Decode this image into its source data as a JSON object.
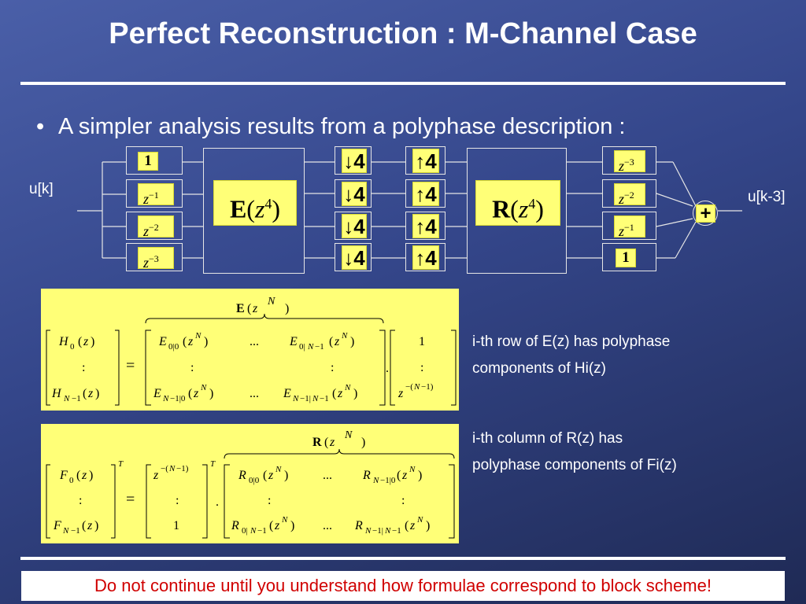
{
  "slide": {
    "title": "Perfect Reconstruction : M-Channel Case",
    "bullet": "A simpler analysis results from a polyphase description :",
    "input_label": "u[k]",
    "output_label": "u[k-3]",
    "adder_symbol": "+",
    "down_symbol": "↓4",
    "up_symbol": "↑4",
    "analysis_block": "E(z4)",
    "synthesis_block": "R(z4)",
    "left_delays": [
      "1",
      "z^-1",
      "z^-2",
      "z^-3"
    ],
    "right_delays": [
      "z^-3",
      "z^-2",
      "z^-1",
      "1"
    ],
    "note1_line1": "i-th row of E(z) has polyphase",
    "note1_line2": "components of Hi(z)",
    "note2_line1": "i-th column of R(z) has",
    "note2_line2": "polyphase components of Fi(z)",
    "warning": "Do not continue until you understand how formulae correspond to block scheme!"
  },
  "colors": {
    "background": "#34468a",
    "highlight": "#ffff77",
    "warning_text": "#d00000"
  }
}
